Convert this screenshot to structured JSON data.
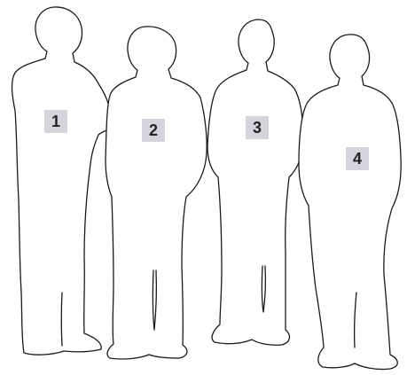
{
  "figures": [
    {
      "label": "1"
    },
    {
      "label": "2"
    },
    {
      "label": "3"
    },
    {
      "label": "4"
    }
  ],
  "colors": {
    "outline": "#1a1a1a",
    "fill": "#ffffff",
    "label_background": "#d4d4dc",
    "label_text": "#222222"
  }
}
